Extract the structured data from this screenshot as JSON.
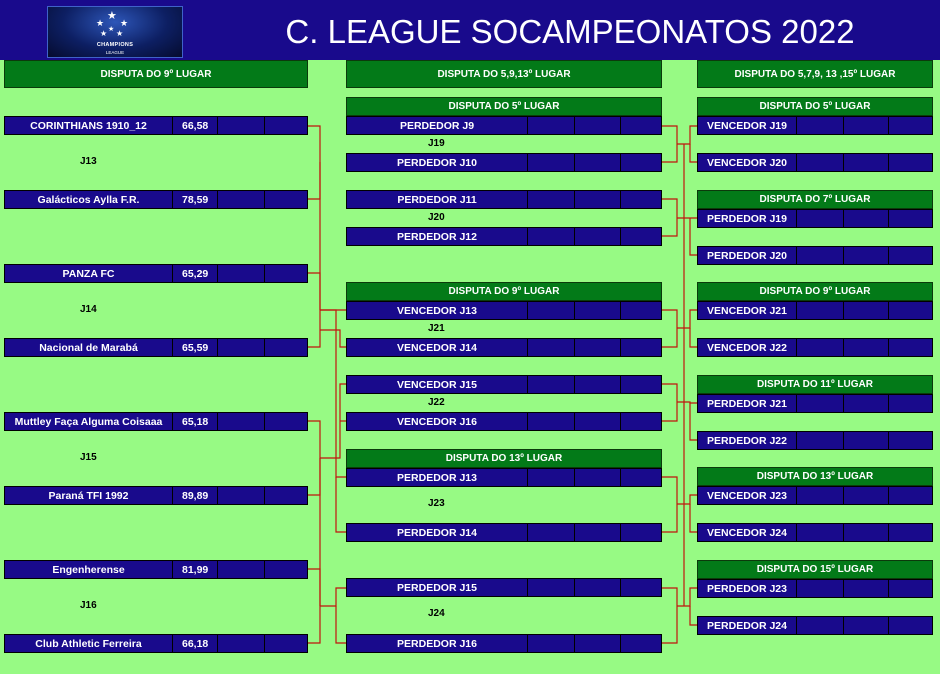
{
  "header": {
    "title": "C. LEAGUE SOCAMPEONATOS 2022",
    "logo_text": "CHAMPIONS",
    "logo_subtext": "LEAGUE"
  },
  "colors": {
    "background": "#97fa84",
    "band": "#190a8c",
    "row": "#190a8c",
    "header_green": "#037a18",
    "bracket_line": "#c0150c"
  },
  "columns": [
    {
      "header": "DISPUTA DO 9º LUGAR"
    },
    {
      "header": "DISPUTA DO 5,9,13º LUGAR"
    },
    {
      "header": "DISPUTA DO 5,7,9, 13 ,15º LUGAR"
    }
  ],
  "col1": {
    "matches": [
      {
        "label": "J13",
        "teams": [
          {
            "name": "CORINTHIANS 1910_12",
            "score": "66,58"
          },
          {
            "name": "Galácticos Aylla F.R.",
            "score": "78,59"
          }
        ]
      },
      {
        "label": "J14",
        "teams": [
          {
            "name": "PANZA FC",
            "score": "65,29"
          },
          {
            "name": "Nacional de Marabá",
            "score": "65,59"
          }
        ]
      },
      {
        "label": "J15",
        "teams": [
          {
            "name": "Muttley Faça Alguma Coisaaa",
            "score": "65,18"
          },
          {
            "name": "Paraná TFI 1992",
            "score": "89,89"
          }
        ]
      },
      {
        "label": "J16",
        "teams": [
          {
            "name": "Engenherense",
            "score": "81,99"
          },
          {
            "name": "Club Athletic Ferreira",
            "score": "66,18"
          }
        ]
      }
    ]
  },
  "col2": {
    "groups": [
      {
        "title": "DISPUTA DO 5º LUGAR",
        "matches": [
          {
            "label": "J19",
            "teams": [
              "PERDEDOR J9",
              "PERDEDOR J10"
            ]
          },
          {
            "label": "J20",
            "teams": [
              "PERDEDOR J11",
              "PERDEDOR J12"
            ]
          }
        ]
      },
      {
        "title": "DISPUTA DO 9º LUGAR",
        "matches": [
          {
            "label": "J21",
            "teams": [
              "VENCEDOR J13",
              "VENCEDOR J14"
            ]
          },
          {
            "label": "J22",
            "teams": [
              "VENCEDOR J15",
              "VENCEDOR J16"
            ]
          }
        ]
      },
      {
        "title": "DISPUTA DO 13º LUGAR",
        "matches": [
          {
            "label": "J23",
            "teams": [
              "PERDEDOR J13",
              "PERDEDOR J14"
            ]
          },
          {
            "label": "J24",
            "teams": [
              "PERDEDOR J15",
              "PERDEDOR J16"
            ]
          }
        ]
      }
    ]
  },
  "col3": {
    "groups": [
      {
        "title": "DISPUTA DO 5º LUGAR",
        "teams": [
          "VENCEDOR J19",
          "VENCEDOR J20"
        ]
      },
      {
        "title": "DISPUTA DO 7º LUGAR",
        "teams": [
          "PERDEDOR J19",
          "PERDEDOR J20"
        ]
      },
      {
        "title": "DISPUTA DO 9º LUGAR",
        "teams": [
          "VENCEDOR J21",
          "VENCEDOR J22"
        ]
      },
      {
        "title": "DISPUTA DO 11º LUGAR",
        "teams": [
          "PERDEDOR J21",
          "PERDEDOR J22"
        ]
      },
      {
        "title": "DISPUTA DO 13º LUGAR",
        "teams": [
          "VENCEDOR J23",
          "VENCEDOR J24"
        ]
      },
      {
        "title": "DISPUTA DO 15º LUGAR",
        "teams": [
          "PERDEDOR J23",
          "PERDEDOR J24"
        ]
      }
    ]
  }
}
